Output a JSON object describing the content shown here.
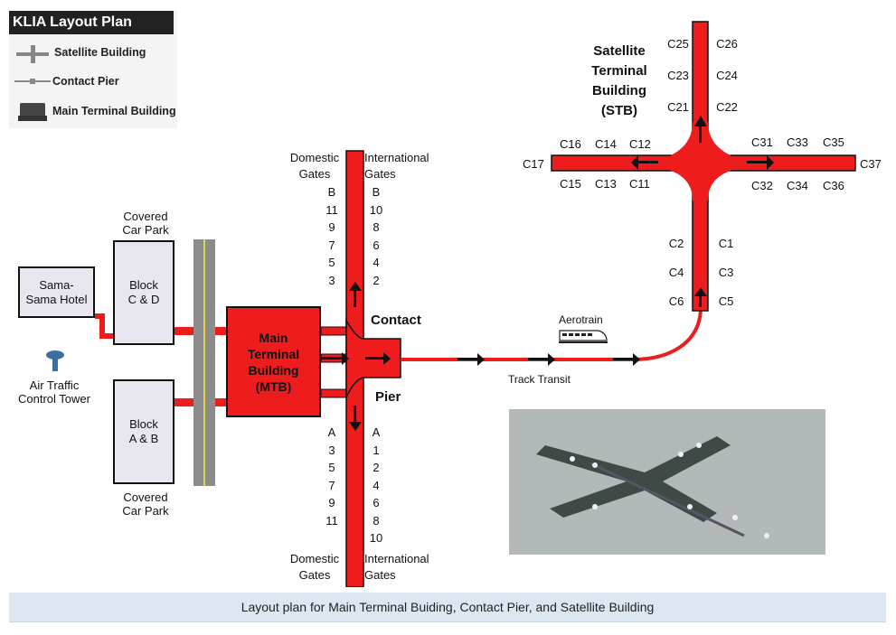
{
  "legend": {
    "title": "KLIA Layout Plan",
    "items": [
      {
        "label": "Satellite Building",
        "icon": "satellite-building-icon"
      },
      {
        "label": "Contact Pier",
        "icon": "contact-pier-icon"
      },
      {
        "label": "Main Terminal Building",
        "icon": "main-terminal-icon"
      }
    ]
  },
  "colors": {
    "route": "#ee1c1c",
    "building_fill": "#e8e6ee",
    "caption_bg": "#dce7f2"
  },
  "labels": {
    "hotel": "Sama-Sama Hotel",
    "car_park_top": "Covered Car Park",
    "block_cd": "Block C & D",
    "block_ab": "Block A & B",
    "car_park_bottom": "Covered Car Park",
    "atc": "Air Traffic Control Tower",
    "mtb": "Main Terminal Building (MTB)",
    "contact": "Contact",
    "pier": "Pier",
    "aerotrain": "Aerotrain",
    "track_transit": "Track Transit",
    "stb": "Satellite Terminal Building (STB)",
    "domestic_gates_top": "Domestic Gates",
    "international_gates_top": "International Gates",
    "domestic_gates_bottom": "Domestic Gates",
    "international_gates_bottom": "International Gates"
  },
  "pier_gates": {
    "north_domestic": [
      "B",
      "11",
      "9",
      "7",
      "5",
      "3"
    ],
    "north_international": [
      "B",
      "10",
      "8",
      "6",
      "4",
      "2"
    ],
    "south_domestic": [
      "A",
      "3",
      "5",
      "7",
      "9",
      "11"
    ],
    "south_international": [
      "A",
      "1",
      "2",
      "4",
      "6",
      "8",
      "10"
    ]
  },
  "satellite_gates": {
    "north_left": [
      "C25",
      "C23",
      "C21"
    ],
    "north_right": [
      "C26",
      "C24",
      "C22"
    ],
    "west_top": [
      "C16",
      "C14",
      "C12"
    ],
    "west_bottom": [
      "C15",
      "C13",
      "C11"
    ],
    "west_end": "C17",
    "east_top": [
      "C31",
      "C33",
      "C35"
    ],
    "east_bottom": [
      "C32",
      "C34",
      "C36"
    ],
    "east_end": "C37",
    "south_left": [
      "C2",
      "C4",
      "C6"
    ],
    "south_right": [
      "C1",
      "C3",
      "C5"
    ]
  },
  "caption": "Layout plan for Main Terminal Buiding, Contact Pier, and Satellite Building"
}
